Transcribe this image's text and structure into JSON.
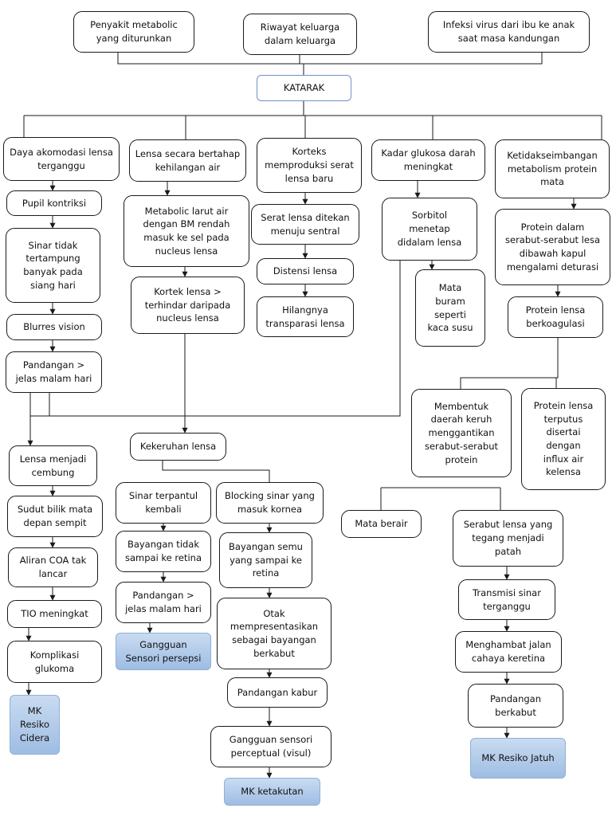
{
  "nodes": {
    "n_penyakit": "Penyakit metabolic\nyang diturunkan",
    "n_riwayat": "Riwayat keluarga\ndalam keluarga",
    "n_infeksi": "Infeksi virus dari ibu ke anak\nsaat masa kandungan",
    "n_katarak": "KATARAK",
    "n_daya": "Daya akomodasi lensa\nterganggu",
    "n_lensa_bertahap": "Lensa secara bertahap\nkehilangan air",
    "n_korteks": "Korteks\nmemproduksi serat\nlensa baru",
    "n_kadar": "Kadar glukosa darah\nmeningkat",
    "n_ketidak": "Ketidakseimbangan\nmetabolism protein\nmata",
    "n_pupil": "Pupil kontriksi",
    "n_sinar_tidak": "Sinar tidak\ntertampung\nbanyak pada\nsiang hari",
    "n_blurres": "Blurres vision",
    "n_pandangan1": "Pandangan >\njelas malam hari",
    "n_metabolic": "Metabolic larut air\ndengan BM rendah\nmasuk ke sel pada\nnucleus lensa",
    "n_kortek": "Kortek lensa >\nterhindar daripada\nnucleus lensa",
    "n_serat_ditekan": "Serat lensa ditekan\nmenuju sentral",
    "n_distensi": "Distensi lensa",
    "n_hilangnya": "Hilangnya\ntransparasi lensa",
    "n_sorbitol": "Sorbitol\nmenetap\ndidalam lensa",
    "n_mata_buram": "Mata\nburam\nseperti\nkaca susu",
    "n_protein_dalam": "Protein dalam\nserabut-serabut lesa\ndibawah kapul\nmengalami deturasi",
    "n_protein_koag": "Protein lensa\nberkoagulasi",
    "n_membentuk": "Membentuk\ndaerah keruh\nmenggantikan\nserabut-serabut\nprotein",
    "n_protein_putus": "Protein lensa\nterputus\ndisertai\ndengan\ninflux air\nkelensa",
    "n_lensa_cembung": "Lensa menjadi\ncembung",
    "n_sudut": "Sudut bilik mata\ndepan sempit",
    "n_aliran": "Aliran COA tak\nlancar",
    "n_tio": "TIO meningkat",
    "n_komplikasi": "Komplikasi\nglukoma",
    "n_mk_resiko_cidera": "MK\nResiko\nCidera",
    "n_kekeruhan": "Kekeruhan lensa",
    "n_sinar_terpantul": "Sinar terpantul\nkembali",
    "n_bayangan_tidak": "Bayangan tidak\nsampai ke retina",
    "n_pandangan2": "Pandangan >\njelas malam hari",
    "n_gangguan_sp": "Gangguan\nSensori persepsi",
    "n_blocking": "Blocking sinar yang\nmasuk kornea",
    "n_bayangan_semu": "Bayangan semu\nyang sampai ke\nretina",
    "n_otak": "Otak\nmempresentasikan\nsebagai bayangan\nberkabut",
    "n_pandangan_kabur": "Pandangan kabur",
    "n_gangguan_visul": "Gangguan sensori\nperceptual (visul)",
    "n_mk_ketakutan": "MK ketakutan",
    "n_mata_berair": "Mata berair",
    "n_serabut_tegang": "Serabut lensa yang\ntegang menjadi\npatah",
    "n_transmisi": "Transmisi sinar\nterganggu",
    "n_menghambat": "Menghambat jalan\ncahaya keretina",
    "n_pandangan_berkabut": "Pandangan\nberkabut",
    "n_mk_resiko_jatuh": "MK Resiko Jatuh"
  },
  "colors": {
    "border": "#1a1a1a",
    "root_border": "#6f93c4",
    "diagnosis_fill_top": "#c9dbf1",
    "diagnosis_fill_bottom": "#9ebde3"
  }
}
